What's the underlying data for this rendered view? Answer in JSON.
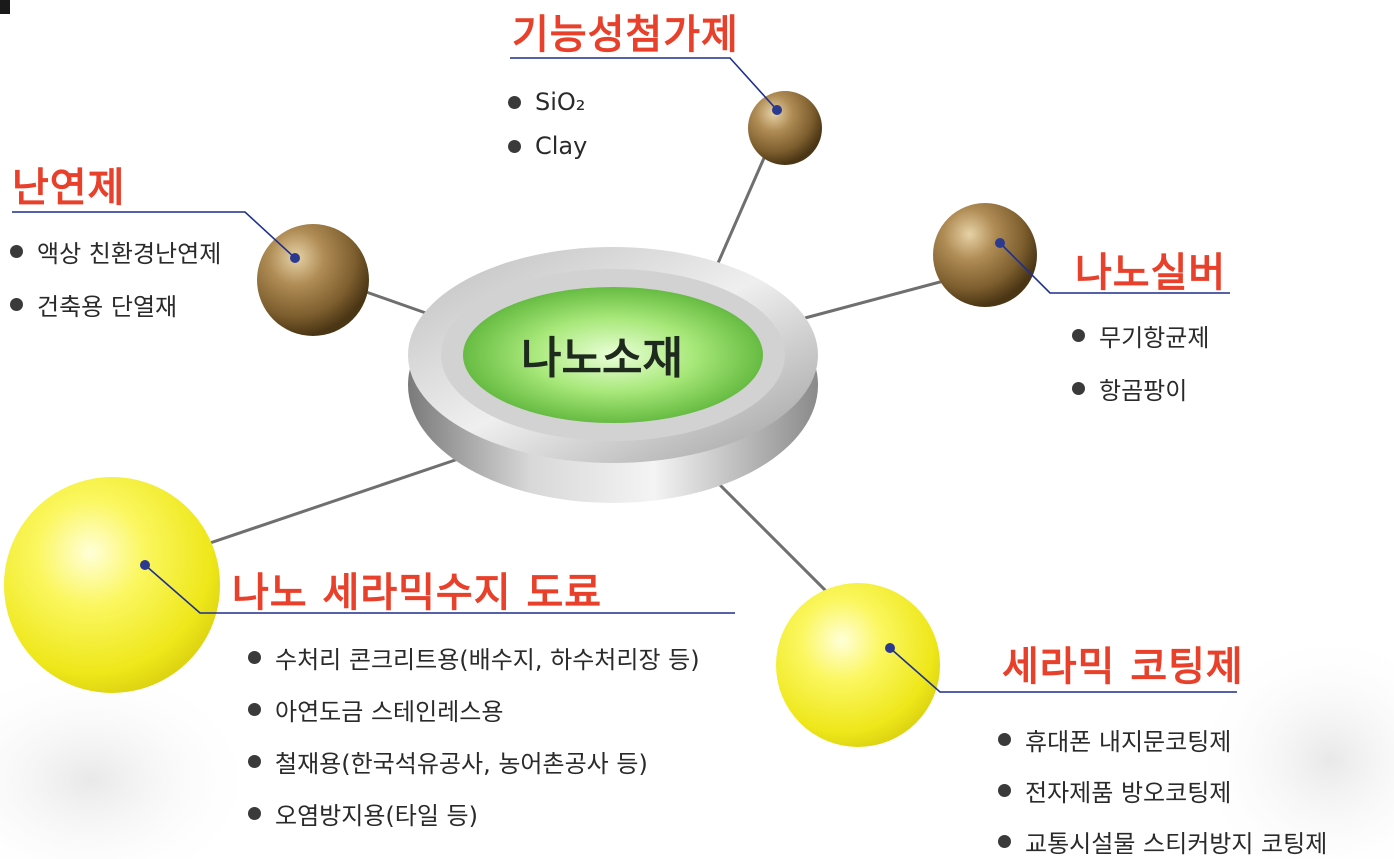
{
  "center": {
    "label": "나노소재"
  },
  "nodes": {
    "functional_additive": {
      "title": "기능성첨가제",
      "items": [
        "SiO₂",
        "Clay"
      ]
    },
    "flame_retardant": {
      "title": "난연제",
      "items": [
        "액상 친환경난연제",
        "건축용 단열재"
      ]
    },
    "nano_silver": {
      "title": "나노실버",
      "items": [
        "무기항균제",
        "항곰팡이"
      ]
    },
    "ceramic_resin_paint": {
      "title": "나노 세라믹수지 도료",
      "items": [
        "수처리 콘크리트용(배수지, 하수처리장 등)",
        "아연도금 스테인레스용",
        "철재용(한국석유공사, 농어촌공사 등)",
        "오염방지용(타일 등)"
      ]
    },
    "ceramic_coating": {
      "title": "세라믹 코팅제",
      "items": [
        "휴대폰 내지문코팅제",
        "전자제품 방오코팅제",
        "교통시설물 스티커방지 코팅제"
      ]
    }
  },
  "colors": {
    "title": "#e8402a",
    "leader_line": "#1d2f8f",
    "bronze_sphere": "#9a7a45",
    "yellow_sphere": "#f2ee1a",
    "center_green": "#7ed64a"
  }
}
